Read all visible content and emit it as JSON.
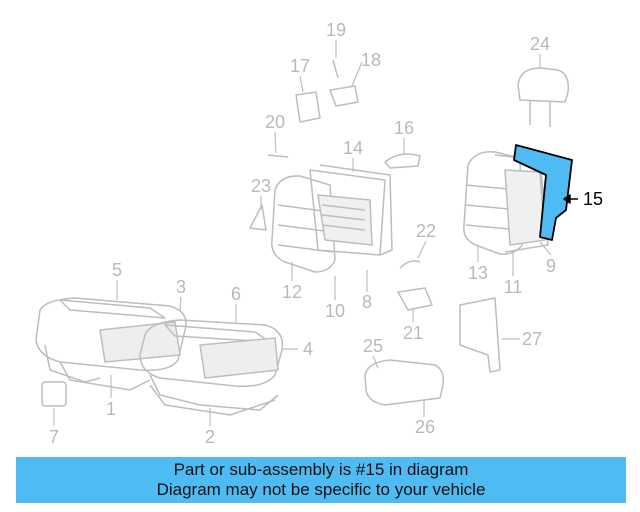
{
  "diagram": {
    "callouts": [
      "1",
      "2",
      "3",
      "4",
      "5",
      "6",
      "7",
      "8",
      "9",
      "10",
      "11",
      "12",
      "13",
      "14",
      "15",
      "16",
      "17",
      "18",
      "19",
      "20",
      "21",
      "22",
      "23",
      "24",
      "25",
      "26",
      "27"
    ],
    "highlighted_part": "15",
    "highlight_color": "#4fbbf3",
    "line_color": "#b9b9b9"
  },
  "banner": {
    "line1": "Part or sub-assembly is #15 in diagram",
    "line2": "Diagram may not be specific to your vehicle",
    "background": "#4fbbf3"
  }
}
